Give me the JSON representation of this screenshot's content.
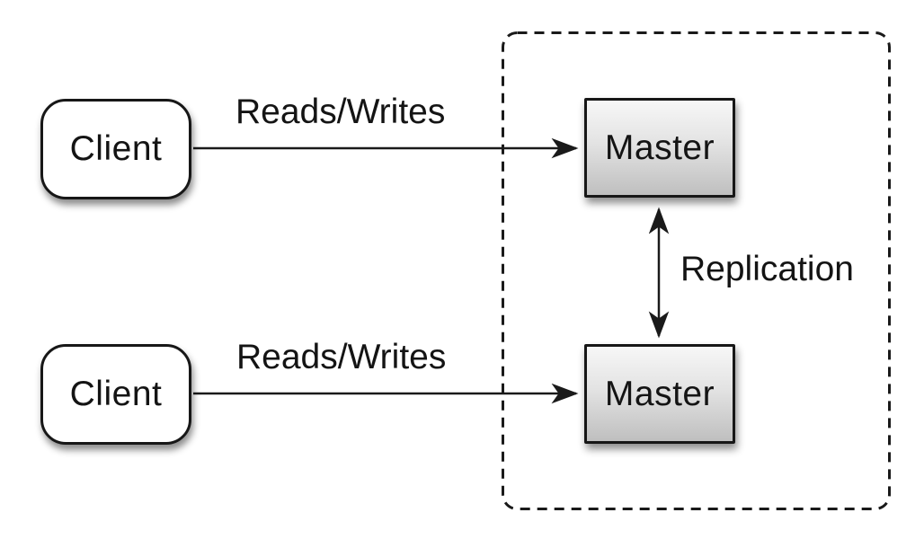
{
  "diagram": {
    "background_color": "#ffffff",
    "line_color": "#1a1a1a",
    "text_color": "#141414",
    "nodes": {
      "client_top": {
        "label": "Client",
        "shape": "rounded-rect",
        "fill": "#ffffff"
      },
      "client_bottom": {
        "label": "Client",
        "shape": "rounded-rect",
        "fill": "#ffffff"
      },
      "master_top": {
        "label": "Master",
        "shape": "rect",
        "fill_gradient_top": "#f7f7f7",
        "fill_gradient_bottom": "#bfbfbf"
      },
      "master_bottom": {
        "label": "Master",
        "shape": "rect",
        "fill_gradient_top": "#f7f7f7",
        "fill_gradient_bottom": "#bfbfbf"
      }
    },
    "group": {
      "name": "replication-boundary",
      "border_style": "dashed",
      "contains": [
        "master_top",
        "master_bottom"
      ]
    },
    "edges": {
      "reads_writes_top": {
        "label": "Reads/Writes",
        "from": "client_top",
        "to": "master_top",
        "direction": "one-way"
      },
      "reads_writes_bottom": {
        "label": "Reads/Writes",
        "from": "client_bottom",
        "to": "master_bottom",
        "direction": "one-way"
      },
      "replication": {
        "label": "Replication",
        "from": "master_top",
        "to": "master_bottom",
        "direction": "two-way"
      }
    }
  }
}
